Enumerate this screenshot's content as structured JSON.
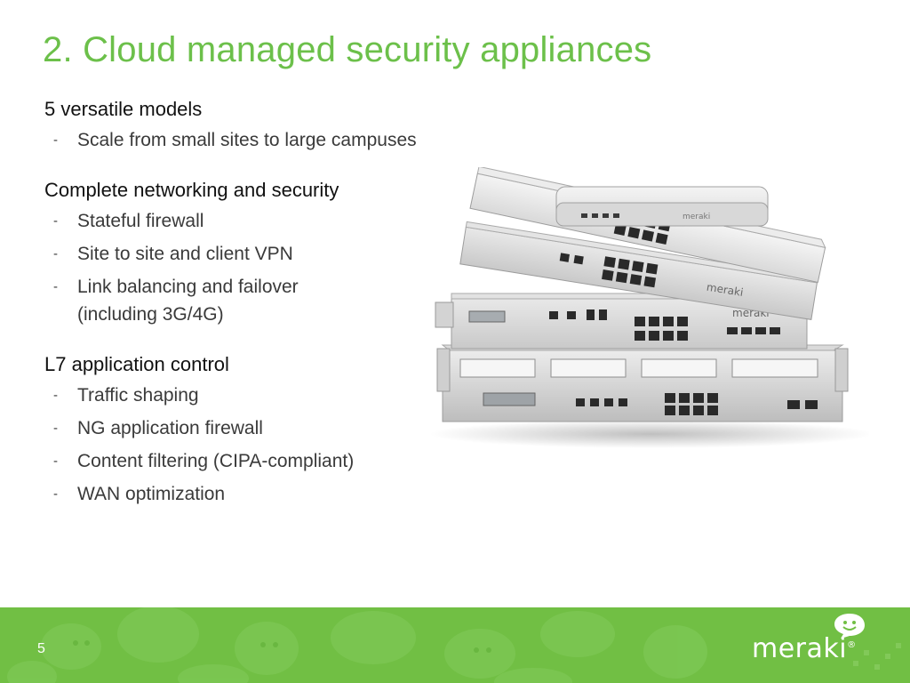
{
  "slide": {
    "title": "2. Cloud managed security appliances",
    "page_number": "5"
  },
  "sections": [
    {
      "heading": "5 versatile models",
      "bullets": [
        {
          "lines": [
            "Scale from small sites to large campuses"
          ]
        }
      ]
    },
    {
      "heading": "Complete networking and security",
      "bullets": [
        {
          "lines": [
            "Stateful firewall"
          ]
        },
        {
          "lines": [
            "Site to site and client VPN"
          ]
        },
        {
          "lines": [
            "Link balancing and failover",
            "(including 3G/4G)"
          ]
        }
      ]
    },
    {
      "heading": "L7 application control",
      "bullets": [
        {
          "lines": [
            "Traffic shaping"
          ]
        },
        {
          "lines": [
            "NG application firewall"
          ]
        },
        {
          "lines": [
            "Content filtering (CIPA-compliant)"
          ]
        },
        {
          "lines": [
            "WAN optimization"
          ]
        }
      ]
    }
  ],
  "bullet_marker": "-",
  "photo": {
    "device_brand": "meraki"
  },
  "footer": {
    "logo_text": "meraki",
    "logo_mark": "®",
    "color": "#71bf44"
  },
  "colors": {
    "title": "#6cc04a",
    "footer": "#71bf44"
  }
}
